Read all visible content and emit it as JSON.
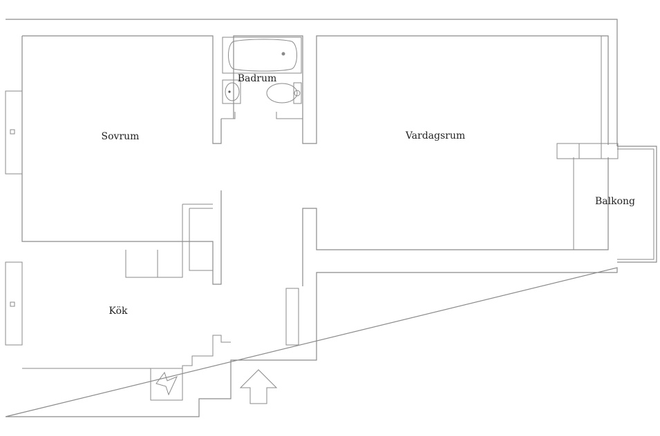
{
  "rooms": {
    "sovrum": "Sovrum",
    "badrum": "Badrum",
    "vardagsrum": "Vardagsrum",
    "balkong": "Balkong",
    "kok": "Kök"
  },
  "icons": {
    "entrance": "entrance-arrow-icon",
    "bathtub": "bathtub-icon",
    "toilet": "toilet-icon",
    "sink": "sink-icon",
    "stove": "stove-icon"
  },
  "colors": {
    "wall": "#8a8a8a",
    "text": "#222222",
    "background": "#ffffff"
  }
}
